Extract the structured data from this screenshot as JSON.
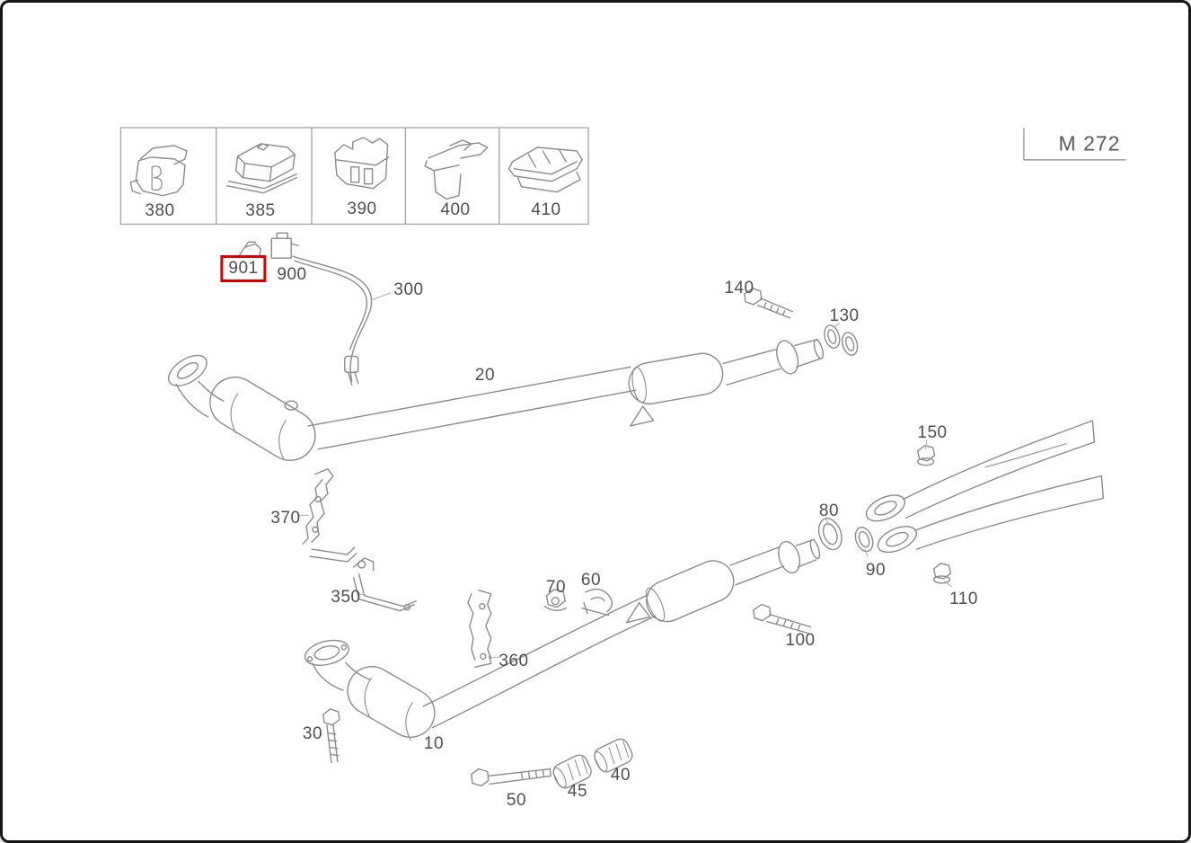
{
  "window": {
    "model_code": "M 272"
  },
  "theme": {
    "line": "#8a8a8a",
    "label": "#4f4f4f",
    "highlight": "#d40000",
    "frame": "#161616"
  },
  "catalog_row": {
    "items": [
      {
        "label": "380"
      },
      {
        "label": "385"
      },
      {
        "label": "390"
      },
      {
        "label": "400"
      },
      {
        "label": "410"
      }
    ]
  },
  "callouts": {
    "c901": {
      "text": "901",
      "highlighted": true
    },
    "c900": {
      "text": "900"
    },
    "c300": {
      "text": "300"
    },
    "c20": {
      "text": "20"
    },
    "c140": {
      "text": "140"
    },
    "c130": {
      "text": "130"
    },
    "c150": {
      "text": "150"
    },
    "c80": {
      "text": "80"
    },
    "c90": {
      "text": "90"
    },
    "c110": {
      "text": "110"
    },
    "c370": {
      "text": "370"
    },
    "c350": {
      "text": "350"
    },
    "c70": {
      "text": "70"
    },
    "c60": {
      "text": "60"
    },
    "c360": {
      "text": "360"
    },
    "c100": {
      "text": "100"
    },
    "c30": {
      "text": "30"
    },
    "c10": {
      "text": "10"
    },
    "c50": {
      "text": "50"
    },
    "c45": {
      "text": "45"
    },
    "c40": {
      "text": "40"
    }
  }
}
